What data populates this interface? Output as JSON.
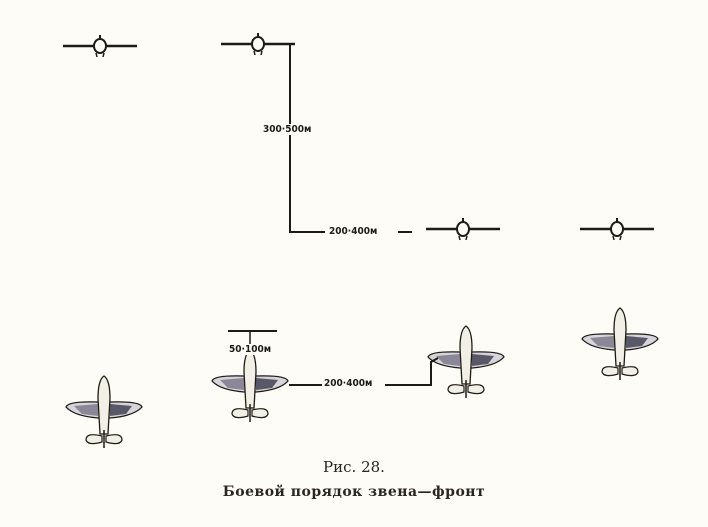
{
  "figure": {
    "caption_number": "Рис. 28.",
    "caption_title": "Боевой порядок звена—фронт"
  },
  "labels": {
    "top_vertical_distance": "300·500м",
    "top_horizontal_distance": "200·400м",
    "bottom_vertical_distance": "50·100м",
    "bottom_horizontal_distance": "200·400м"
  },
  "colors": {
    "ink": "#1e1a14",
    "paper": "#fdfcf7"
  }
}
